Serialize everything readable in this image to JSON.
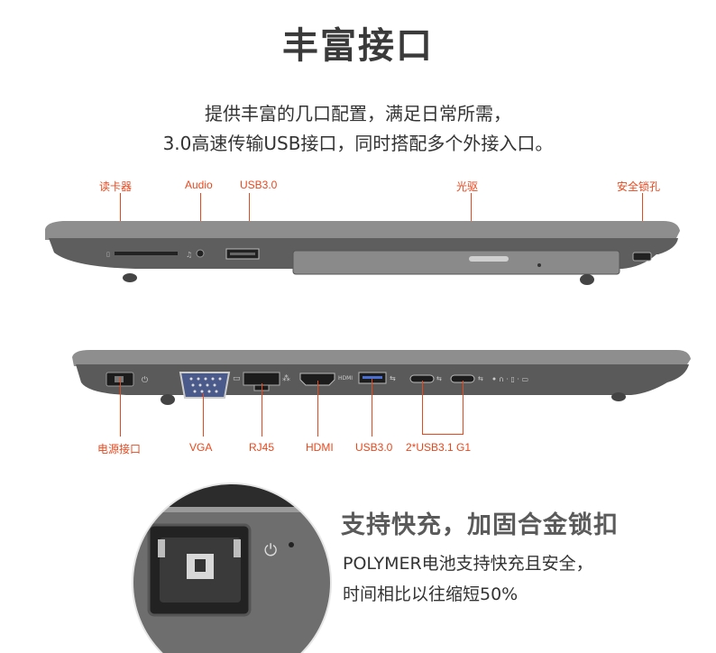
{
  "title": "丰富接口",
  "subtitle_lines": [
    "提供丰富的几口配置，满足日常所需，",
    "3.0高速传输USB接口，同时搭配多个外接入口。"
  ],
  "right_side_ports": [
    "读卡器",
    "Audio",
    "USB3.0",
    "光驱",
    "安全锁孔"
  ],
  "left_side_ports": [
    "电源接口",
    "VGA",
    "RJ45",
    "HDMI",
    "USB3.0",
    "2*USB3.1 G1"
  ],
  "hdmi_port_marking": "HDMI",
  "feature": {
    "heading": "支持快充，加固合金锁扣",
    "lines": [
      "POLYMER电池支持快充且安全，",
      "时间相比以往缩短50%"
    ]
  }
}
